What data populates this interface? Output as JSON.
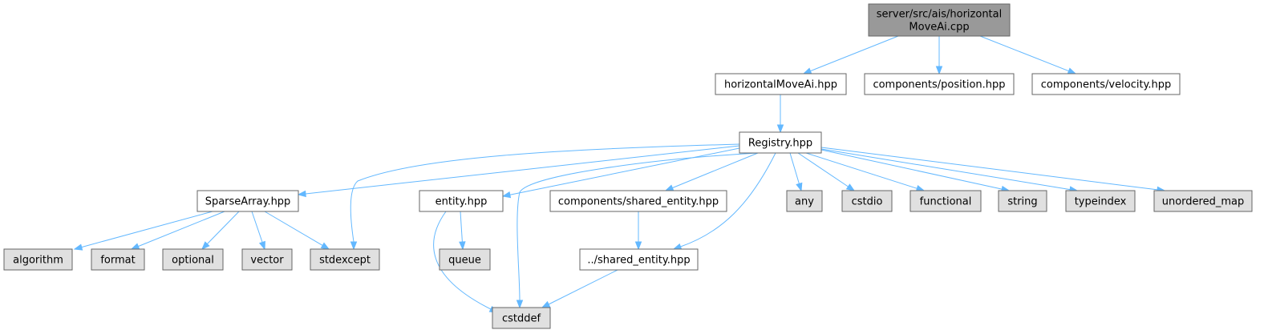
{
  "colors": {
    "root_fill": "#999999",
    "header_fill": "#ffffff",
    "system_fill": "#e0e0e0",
    "border": "#666666",
    "edge": "#63b8ff"
  },
  "nodes": [
    {
      "id": "root",
      "label_lines": [
        "server/src/ais/horizontal",
        "MoveAi.cpp"
      ],
      "kind": "root"
    },
    {
      "id": "horizontalMoveAi",
      "label_lines": [
        "horizontalMoveAi.hpp"
      ],
      "kind": "header"
    },
    {
      "id": "position",
      "label_lines": [
        "components/position.hpp"
      ],
      "kind": "header"
    },
    {
      "id": "velocity",
      "label_lines": [
        "components/velocity.hpp"
      ],
      "kind": "header"
    },
    {
      "id": "registry",
      "label_lines": [
        "Registry.hpp"
      ],
      "kind": "header"
    },
    {
      "id": "sparsearray",
      "label_lines": [
        "SparseArray.hpp"
      ],
      "kind": "header"
    },
    {
      "id": "entity",
      "label_lines": [
        "entity.hpp"
      ],
      "kind": "header"
    },
    {
      "id": "sharedentity",
      "label_lines": [
        "components/shared_entity.hpp"
      ],
      "kind": "header"
    },
    {
      "id": "any",
      "label_lines": [
        "any"
      ],
      "kind": "system"
    },
    {
      "id": "cstdio",
      "label_lines": [
        "cstdio"
      ],
      "kind": "system"
    },
    {
      "id": "functional",
      "label_lines": [
        "functional"
      ],
      "kind": "system"
    },
    {
      "id": "string",
      "label_lines": [
        "string"
      ],
      "kind": "system"
    },
    {
      "id": "typeindex",
      "label_lines": [
        "typeindex"
      ],
      "kind": "system"
    },
    {
      "id": "unordered_map",
      "label_lines": [
        "unordered_map"
      ],
      "kind": "system"
    },
    {
      "id": "algorithm",
      "label_lines": [
        "algorithm"
      ],
      "kind": "system"
    },
    {
      "id": "format",
      "label_lines": [
        "format"
      ],
      "kind": "system"
    },
    {
      "id": "optional",
      "label_lines": [
        "optional"
      ],
      "kind": "system"
    },
    {
      "id": "vector",
      "label_lines": [
        "vector"
      ],
      "kind": "system"
    },
    {
      "id": "stdexcept",
      "label_lines": [
        "stdexcept"
      ],
      "kind": "system"
    },
    {
      "id": "queue",
      "label_lines": [
        "queue"
      ],
      "kind": "system"
    },
    {
      "id": "sharedentity2",
      "label_lines": [
        "../shared_entity.hpp"
      ],
      "kind": "header"
    },
    {
      "id": "cstddef",
      "label_lines": [
        "cstddef"
      ],
      "kind": "system"
    }
  ],
  "edges": [
    {
      "from": "root",
      "to": "horizontalMoveAi"
    },
    {
      "from": "root",
      "to": "position"
    },
    {
      "from": "root",
      "to": "velocity"
    },
    {
      "from": "horizontalMoveAi",
      "to": "registry"
    },
    {
      "from": "registry",
      "to": "sparsearray"
    },
    {
      "from": "registry",
      "to": "stdexcept"
    },
    {
      "from": "registry",
      "to": "entity"
    },
    {
      "from": "registry",
      "to": "cstddef"
    },
    {
      "from": "registry",
      "to": "sharedentity"
    },
    {
      "from": "registry",
      "to": "sharedentity2"
    },
    {
      "from": "registry",
      "to": "any"
    },
    {
      "from": "registry",
      "to": "cstdio"
    },
    {
      "from": "registry",
      "to": "functional"
    },
    {
      "from": "registry",
      "to": "string"
    },
    {
      "from": "registry",
      "to": "typeindex"
    },
    {
      "from": "registry",
      "to": "unordered_map"
    },
    {
      "from": "sparsearray",
      "to": "algorithm"
    },
    {
      "from": "sparsearray",
      "to": "format"
    },
    {
      "from": "sparsearray",
      "to": "optional"
    },
    {
      "from": "sparsearray",
      "to": "vector"
    },
    {
      "from": "sparsearray",
      "to": "stdexcept"
    },
    {
      "from": "entity",
      "to": "queue"
    },
    {
      "from": "entity",
      "to": "cstddef"
    },
    {
      "from": "sharedentity",
      "to": "sharedentity2"
    },
    {
      "from": "sharedentity2",
      "to": "cstddef"
    }
  ]
}
